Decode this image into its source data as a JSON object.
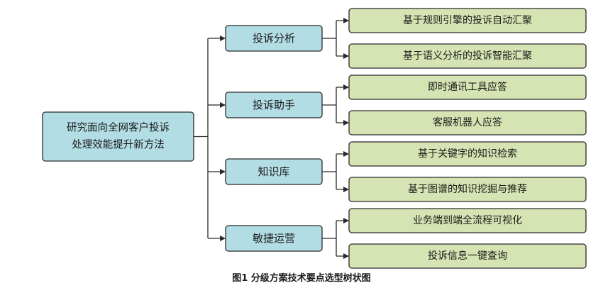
{
  "colors": {
    "root_fill": "#b2dde5",
    "branch_fill": "#b2dde5",
    "leaf_fill": "#d5e4b2",
    "stroke": "#2b2b2b"
  },
  "diagram": {
    "root": {
      "label_lines": [
        "研究面向全网客户投诉",
        "处理效能提升新方法"
      ]
    },
    "branches": [
      {
        "label": "投诉分析",
        "leaves": [
          "基于规则引擎的投诉自动汇聚",
          "基于语义分析的投诉智能汇聚"
        ]
      },
      {
        "label": "投诉助手",
        "leaves": [
          "即时通讯工具应答",
          "客服机器人应答"
        ]
      },
      {
        "label": "知识库",
        "leaves": [
          "基于关键字的知识检索",
          "基于图谱的知识挖掘与推荐"
        ]
      },
      {
        "label": "敏捷运营",
        "leaves": [
          "业务端到端全流程可视化",
          "投诉信息一键查询"
        ]
      }
    ]
  },
  "caption": "图1  分级方案技术要点选型树状图"
}
